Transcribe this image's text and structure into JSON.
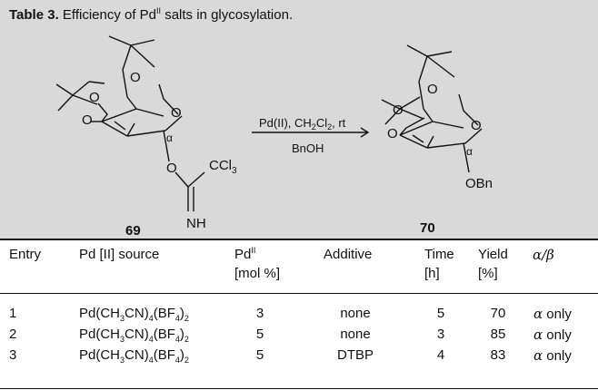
{
  "caption": {
    "label": "Table 3.",
    "text_a": " Efficiency of Pd",
    "text_sup": "II",
    "text_b": " salts in glycosylation."
  },
  "scheme": {
    "reactant_number": "69",
    "product_number": "70",
    "arrow_top": "Pd(II), CH2Cl2, rt",
    "arrow_bottom": "BnOH",
    "reagent_group": "CCl3",
    "imine": "NH",
    "product_group": "OBn",
    "ring_oxygen": "O",
    "anomer_label": "α"
  },
  "table": {
    "headers": {
      "entry": "Entry",
      "source": "Pd [II] source",
      "pd": "Pd",
      "pd_sup": "II",
      "pd_unit": "[mol %]",
      "additive": "Additive",
      "time": "Time",
      "time_unit": "[h]",
      "yield": "Yield",
      "yield_unit": "[%]",
      "ratio": "α/β"
    },
    "rows": [
      {
        "entry": "1",
        "source": "Pd(CH3CN)4(BF4)2",
        "pd": "3",
        "additive": "none",
        "time": "5",
        "yield": "70",
        "sel_greek": "α",
        "sel_text": " only"
      },
      {
        "entry": "2",
        "source": "Pd(CH3CN)4(BF4)2",
        "pd": "5",
        "additive": "none",
        "time": "3",
        "yield": "85",
        "sel_greek": "α",
        "sel_text": " only"
      },
      {
        "entry": "3",
        "source": "Pd(CH3CN)4(BF4)2",
        "pd": "5",
        "additive": "DTBP",
        "time": "4",
        "yield": "83",
        "sel_greek": "α",
        "sel_text": " only"
      }
    ]
  }
}
